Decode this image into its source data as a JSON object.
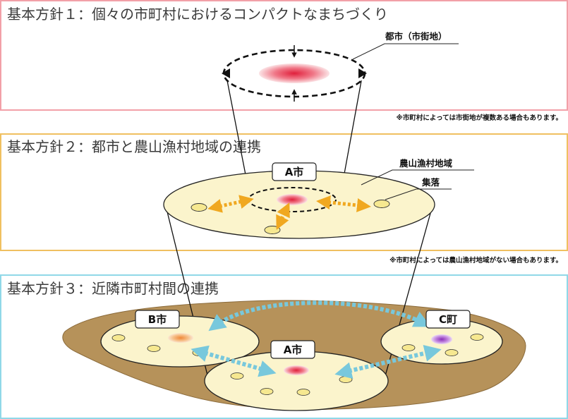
{
  "sections": [
    {
      "title": "基本方針１：個々の市町村におけるコンパクトなまちづくり",
      "border_color": "#f2a0a8"
    },
    {
      "title": "基本方針２：都市と農山漁村地域の連携",
      "border_color": "#f0c060"
    },
    {
      "title": "基本方針３：近隣市町村間の連携",
      "border_color": "#90d8e8"
    }
  ],
  "labels": {
    "city_area": "都市（市街地）",
    "rural_area": "農山漁村地域",
    "settlement": "集落",
    "city_a": "A市",
    "city_a_2": "A市",
    "city_b": "B市",
    "town_c": "C町"
  },
  "notes": {
    "note1": "※市町村によっては市街地が複数ある場合もあります。",
    "note2": "※市町村によっては農山漁村地域がない場合もあります。"
  },
  "colors": {
    "disc_fill": "#fbf4cc",
    "ground_fill": "#b6925a",
    "arrow_orange": "#f0a820",
    "arrow_blue": "#78c8dc",
    "center_red": "#e0203c",
    "center_orange": "#f0a860",
    "center_purple": "#9848c0"
  }
}
